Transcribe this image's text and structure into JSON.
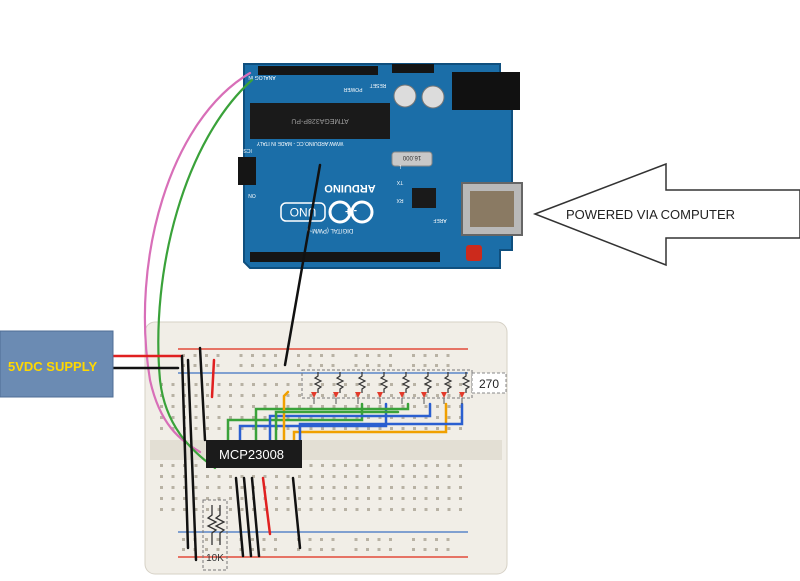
{
  "labels": {
    "supply": "5VDC SUPPLY",
    "powered": "POWERED VIA COMPUTER",
    "chip": "MCP23008",
    "r_led": "270",
    "r_pull": "10K"
  },
  "board": {
    "brand": "ARDUINO",
    "model": "UNO",
    "digital": "DIGITAL (PWM~)",
    "analog": "ANALOG IN",
    "power": "POWER",
    "website": "WWW.ARDUINO.CC - MADE IN ITALY",
    "chip_text": "ATMEGA328P-PU",
    "crystal": "16.000",
    "on": "ON",
    "tx": "TX",
    "rx": "RX",
    "l": "L",
    "aref": "AREF",
    "icsp": "ICSP",
    "reset": "RESET"
  },
  "colors": {
    "board": "#1b6ea8",
    "supply_box": "#6b8bb3",
    "supply_text": "#ffd800",
    "wire_red": "#e02020",
    "wire_black": "#111111",
    "wire_green": "#3aa23a",
    "wire_pink": "#d86fb8",
    "wire_blue": "#2a5fd0",
    "wire_orange": "#f0a000",
    "breadboard": "#eeebe3",
    "led": "#e33a2a"
  }
}
